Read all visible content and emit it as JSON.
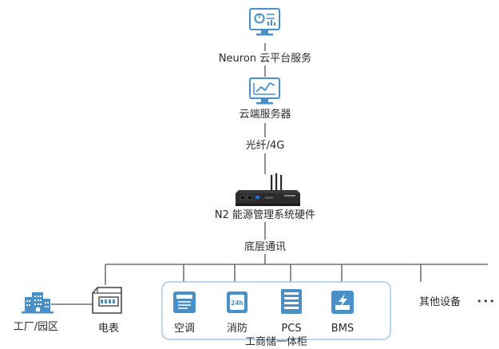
{
  "nodes": {
    "cloud_platform": "Neuron 云平台服务",
    "cloud_server": "云端服务器",
    "link": "光纤/4G",
    "gateway": "N2 能源管理系统硬件",
    "bottom_comm": "底层通讯",
    "factory": "工厂/园区",
    "meter": "电表",
    "ac": "空调",
    "fire": "消防",
    "pcs": "PCS",
    "bms": "BMS",
    "cabinet": "工商储一体柜",
    "other": "其他设备",
    "more": "• • •"
  },
  "icons": {
    "cloud_platform": "monitor-dashboard-icon",
    "cloud_server": "monitor-chart-icon",
    "gateway": "gateway-device-icon",
    "factory": "building-icon",
    "meter": "electric-meter-icon",
    "ac": "air-conditioner-icon",
    "fire": "fire-protection-24h-icon",
    "pcs": "pcs-cabinet-icon",
    "bms": "bms-battery-icon"
  },
  "colors": {
    "icon_blue": "#4a90c8",
    "line_gray": "#555555",
    "cabinet_border": "#a8c8e6",
    "device_dark": "#2b2b2b"
  }
}
